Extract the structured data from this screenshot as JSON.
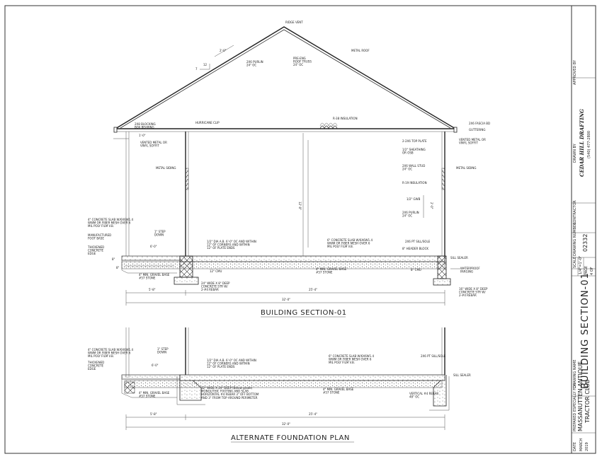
{
  "section_title": "BUILDING SECTION-01",
  "alt_title": "ALTERNATE FOUNDATION PLAN",
  "roof": {
    "ridge_vent": "RIDGE VENT",
    "metal_roof": "METAL ROOF",
    "pitch_rise": "12",
    "pitch_run": "7",
    "overhang_top": "2'-0\"",
    "purlin": "2X6 PURLIN\n24\" OC",
    "truss": "PRE-ENG\nROOF TRUSS\n24\" OC",
    "r38": "R-38 INSULATION",
    "fascia": "2X6 FASCIA BD",
    "guttering": "GUTTERING",
    "hurricane": "HURRICANE CLIP",
    "blocking": "2X8 BLOCKING\nBOX BEARING",
    "overhang_left": "1'-0\""
  },
  "walls": {
    "vented_left": "VENTED METAL OR\nVINYL SOFFIT",
    "vented_right": "VENTED METAL OR\nVINYL SOFFIT",
    "metal_siding_left": "METAL SIDING",
    "metal_siding_right": "METAL SIDING",
    "top_plate": "2-2X6 TOP PLATE",
    "sheathing": "1/2\" SHEATHING\nOR OSB",
    "wall_stud": "2X6 WALL STUD\n24\" OC",
    "r19": "R-19 INSULATION",
    "gwb": "1/2\" GWB",
    "purlin_wall": "2X6 PURLIN\n24\" OC",
    "height": "12'-0\"",
    "girt_space": "2'-0\""
  },
  "foundation": {
    "slab_left": "4\" CONCRETE SLAB W/6X6W1.4\nWWM OR FIBER MESH OVER 6\nMIL POLY FILM V.B.",
    "footbase": "MANUFACTURED\nFOOT BASE",
    "thick_edge": "THICKENED\nCONCRETE\nEDGE",
    "step_down": "1\" STEP\nDOWN",
    "slab_width": "6'-0\"",
    "anchor": "1/2\" DIA A.B. 6'-0\" OC AND WITHIN\n12\" OF CORNERS AND WITHIN\n12\" OF PLATE ENDS",
    "slab_center": "6\" CONCRETE SLAB W/6X6W1.4\nWWM OR FIBER MESH OVER 6\nMIL POLY FILM V.B.",
    "sill_sole": "2X6 PT SILL/SOLE",
    "header_block": "8\" HEADER BLOCK",
    "sill_sealer": "SILL SEALER",
    "waterproof": "WATERPROOF\nPARGING",
    "cmu_left": "12\" CMU",
    "cmu_right": "8\" CMU",
    "gravel_center": "4\" MIN. GRAVEL BASE\n#57 STONE",
    "gravel_left": "4\" MIN. GRAVEL BASE\n#57 STONE",
    "footing_left": "24\" WIDE X 8\" DEEP\nCONCRETE STR W/\n2-#4 REBAR",
    "footing_right": "16\" WIDE X 8\" DEEP\nCONCRETE STR W/\n2-#4 REBAR",
    "dim_left": "5'-8\"",
    "dim_right": "25'-4\"",
    "dim_total": "32'-0\"",
    "dim_8a": "8\"",
    "dim_8b": "8\""
  },
  "alt": {
    "slab_left": "4\" CONCRETE SLAB W/6X6W1.4\nWWM OR FIBER MESH OVER 6\nMIL POLY FILM V.B.",
    "thick_edge": "THICKENED\nCONCRETE\nEDGE",
    "step_down": "1\" STEP\nDOWN",
    "slab_width": "6'-0\"",
    "anchor": "1/2\" DIA A.B. 6'-0\" OC AND WITHIN\n12\" OF CORNERS AND WITHIN\n12\" OF PLATE ENDS",
    "slab_center": "6\" CONCRETE SLAB W/6X6W1.4\nWWM OR FIBER MESH OVER 6\nMIL POLY FILM V.B.",
    "sill_sole": "2X6 PT SILL/SOLE",
    "sill_sealer": "SILL SEALER",
    "gravel_left": "4\" MIN. GRAVEL BASE\n#57 STONE",
    "gravel_center": "4\" MIN. GRAVEL BASE\n#57 STONE",
    "footing": "12\" WIDE X 24\" DEEP (Below grade)\nMONOLITHIC FOOTING AND SLAB\nHORIZONTAL #4 REBAR 3\" OFF BOTTOM\nAND 3\" FROM TOP AROUND PERIMETER",
    "vertical_rebar": "VERTICAL #4 REBAR\n48\" OC",
    "dim_left": "5'-8\"",
    "dim_right": "25'-4\"",
    "dim_total": "32'-0\""
  },
  "title_block": {
    "approved_by": "APPROVED BY",
    "drawn_by": "DRAWN BY",
    "company": "CEDAR HILL DRAFTING",
    "phone": "(540) 477-2800",
    "contractor": "CONTRACTOR",
    "drawing_number_label": "DRAWING NUMBER",
    "drawing_number": "02332",
    "scale_label": "SCALE",
    "scale": "1/4\"=1'-0\"",
    "page_label": "PAGE",
    "page": "4 OF",
    "drawing_name_label": "DRAWING NAME",
    "drawing_name": "BUILDING SECTION-01",
    "prepared_for": "PREPARED ESPECIALLY FOR",
    "client_1": "MASSANUTTEN ANTIQUE",
    "client_2": "TRACTOR CLUB",
    "date_label": "DATE",
    "date_1": "MARCH",
    "date_2": "2019"
  }
}
